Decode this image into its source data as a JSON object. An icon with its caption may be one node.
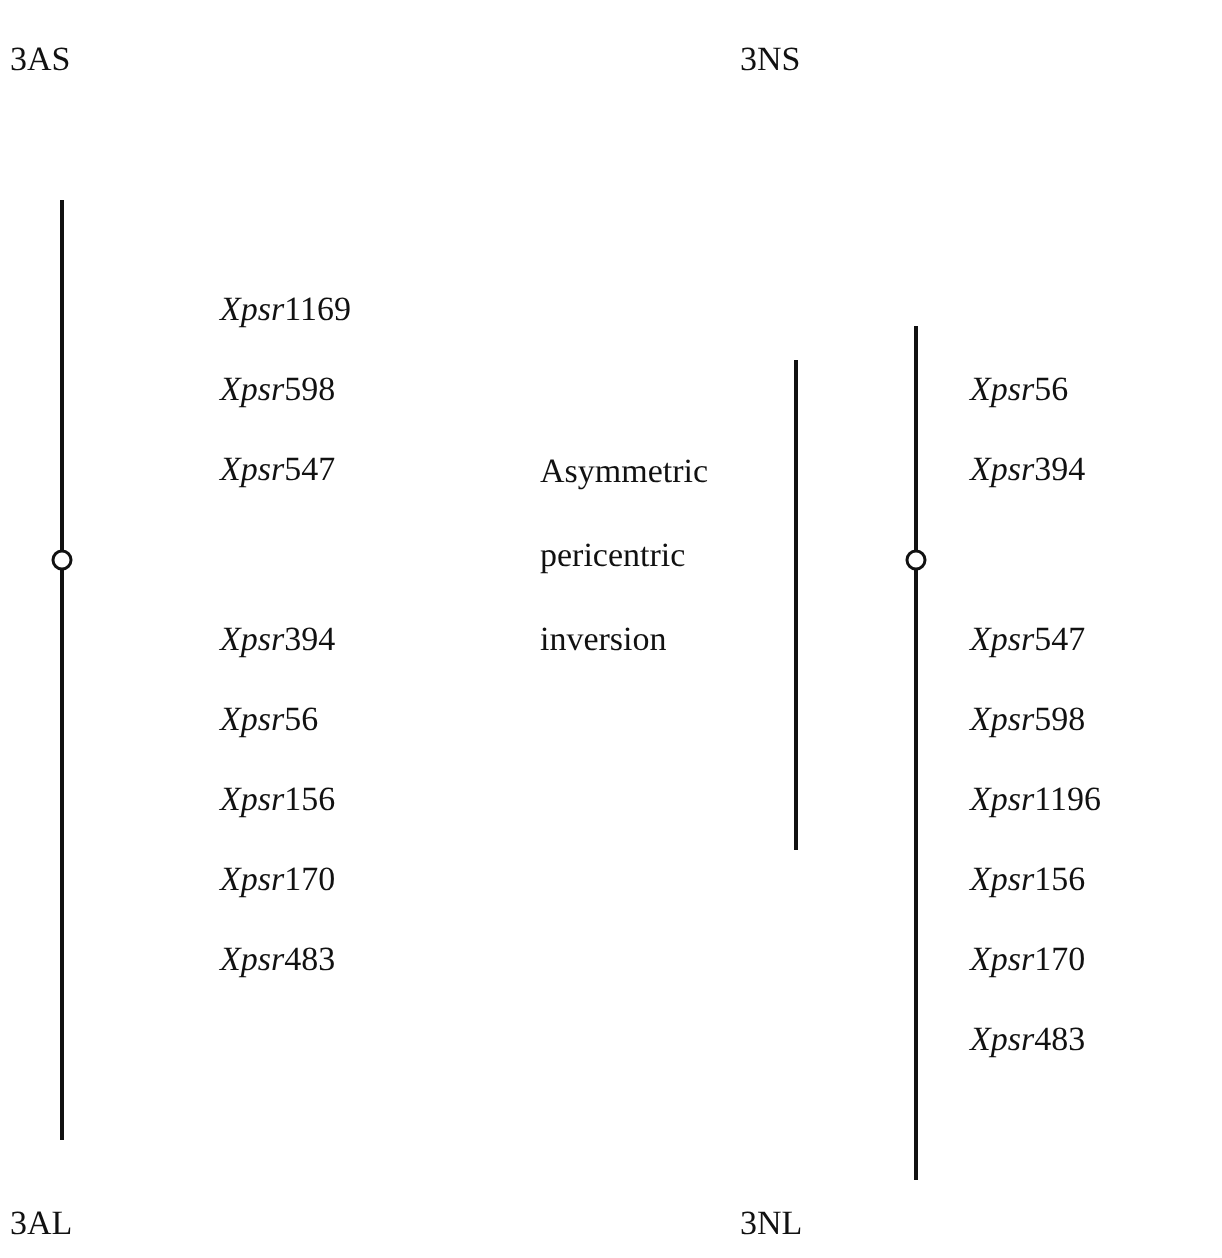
{
  "diagram": {
    "labels": [
      "3AS",
      "3NS",
      "Xpsr1169",
      "Xpsr598",
      "Xpsr547",
      "Xpsr394",
      "Xpsr56",
      "Xpsr156",
      "Xpsr170",
      "Xpsr483",
      "Asymmetric pericentric inversion",
      "Xpsr56",
      "Xpsr394",
      "Xpsr547",
      "Xpsr598",
      "Xpsr1196",
      "Xpsr156",
      "Xpsr170",
      "Xpsr483",
      "3AL",
      "3NL"
    ]
  }
}
